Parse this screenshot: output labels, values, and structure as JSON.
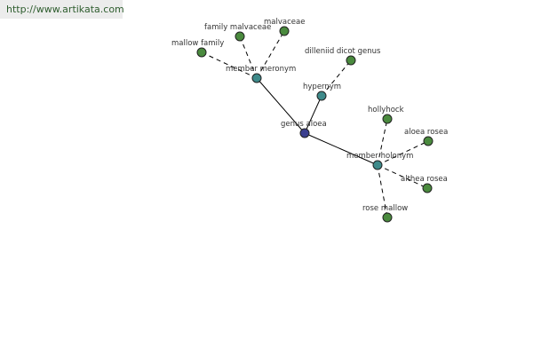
{
  "watermark": "http://www.artikata.com",
  "colors": {
    "center": "#3b3f8f",
    "relation": "#3e8a8a",
    "leaf": "#4a8a3e"
  },
  "graph": {
    "nodes": [
      {
        "id": "genus-aloea",
        "label": "genus aloea",
        "kind": "center"
      },
      {
        "id": "member-meronym",
        "label": "member meronym",
        "kind": "relation"
      },
      {
        "id": "hypernym",
        "label": "hypernym",
        "kind": "relation"
      },
      {
        "id": "member-holonym",
        "label": "member holonym",
        "kind": "relation"
      },
      {
        "id": "mallow-family",
        "label": "mallow family",
        "kind": "leaf"
      },
      {
        "id": "family-malvaceae",
        "label": "family malvaceae",
        "kind": "leaf"
      },
      {
        "id": "malvaceae",
        "label": "malvaceae",
        "kind": "leaf"
      },
      {
        "id": "dilleniid-dicot-genus",
        "label": "dilleniid dicot genus",
        "kind": "leaf"
      },
      {
        "id": "hollyhock",
        "label": "hollyhock",
        "kind": "leaf"
      },
      {
        "id": "aloea-rosea",
        "label": "aloea rosea",
        "kind": "leaf"
      },
      {
        "id": "althea-rosea",
        "label": "althea rosea",
        "kind": "leaf"
      },
      {
        "id": "rose-mallow",
        "label": "rose mallow",
        "kind": "leaf"
      }
    ],
    "edges": [
      {
        "from": "genus-aloea",
        "to": "member-meronym",
        "style": "solid"
      },
      {
        "from": "genus-aloea",
        "to": "hypernym",
        "style": "solid"
      },
      {
        "from": "genus-aloea",
        "to": "member-holonym",
        "style": "solid"
      },
      {
        "from": "member-meronym",
        "to": "mallow-family",
        "style": "dashed"
      },
      {
        "from": "member-meronym",
        "to": "family-malvaceae",
        "style": "dashed"
      },
      {
        "from": "member-meronym",
        "to": "malvaceae",
        "style": "dashed"
      },
      {
        "from": "hypernym",
        "to": "dilleniid-dicot-genus",
        "style": "dashed"
      },
      {
        "from": "member-holonym",
        "to": "hollyhock",
        "style": "dashed"
      },
      {
        "from": "member-holonym",
        "to": "aloea-rosea",
        "style": "dashed"
      },
      {
        "from": "member-holonym",
        "to": "althea-rosea",
        "style": "dashed"
      },
      {
        "from": "member-holonym",
        "to": "rose-mallow",
        "style": "dashed"
      }
    ]
  }
}
